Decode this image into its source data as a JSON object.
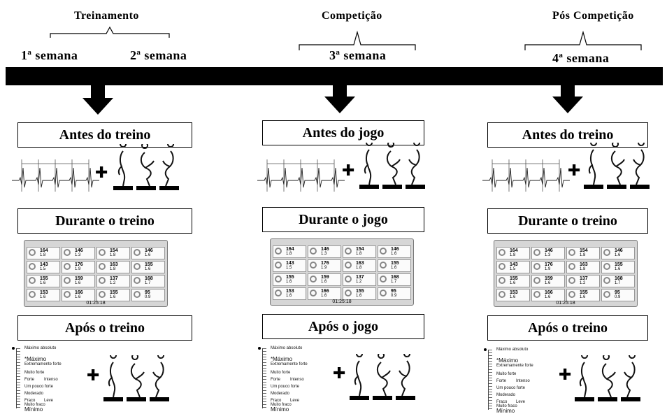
{
  "phases": [
    {
      "title": "Treinamento",
      "weeks": [
        "1ª semana",
        "2ª semana"
      ]
    },
    {
      "title": "Competição",
      "weeks": [
        "3ª semana"
      ]
    },
    {
      "title": "Pós Competição",
      "weeks": [
        "4ª semana"
      ]
    }
  ],
  "columns": [
    {
      "before": "Antes do treino",
      "during": "Durante o treino",
      "after": "Após o treino"
    },
    {
      "before": "Antes do jogo",
      "during": "Durante o jogo",
      "after": "Após o jogo"
    },
    {
      "before": "Antes do treino",
      "during": "Durante o treino",
      "after": "Após o treino"
    }
  ],
  "monitor": {
    "hr_values": [
      "164",
      "146",
      "154",
      "146",
      "143",
      "176",
      "163",
      "155",
      "155",
      "159",
      "137",
      "168",
      "153",
      "166",
      "155",
      "95"
    ],
    "sub_values": [
      "1.8",
      "1.3",
      "1.8",
      "1.6",
      "1.5",
      "1.9",
      "1.8",
      "1.6",
      "1.6",
      "1.6",
      "1.2",
      "1.7",
      "1.6",
      "1.6",
      "1.6",
      "0.9"
    ],
    "time": "01:25:18"
  },
  "scale": {
    "labels": [
      "Máximo absoluto",
      "*Máximo",
      "Extremamente forte",
      "Muito forte",
      "Forte",
      "Intenso",
      "Um pouco forte",
      "Moderado",
      "Fraco",
      "Leve",
      "Muito fraco",
      "Mínimo"
    ]
  }
}
